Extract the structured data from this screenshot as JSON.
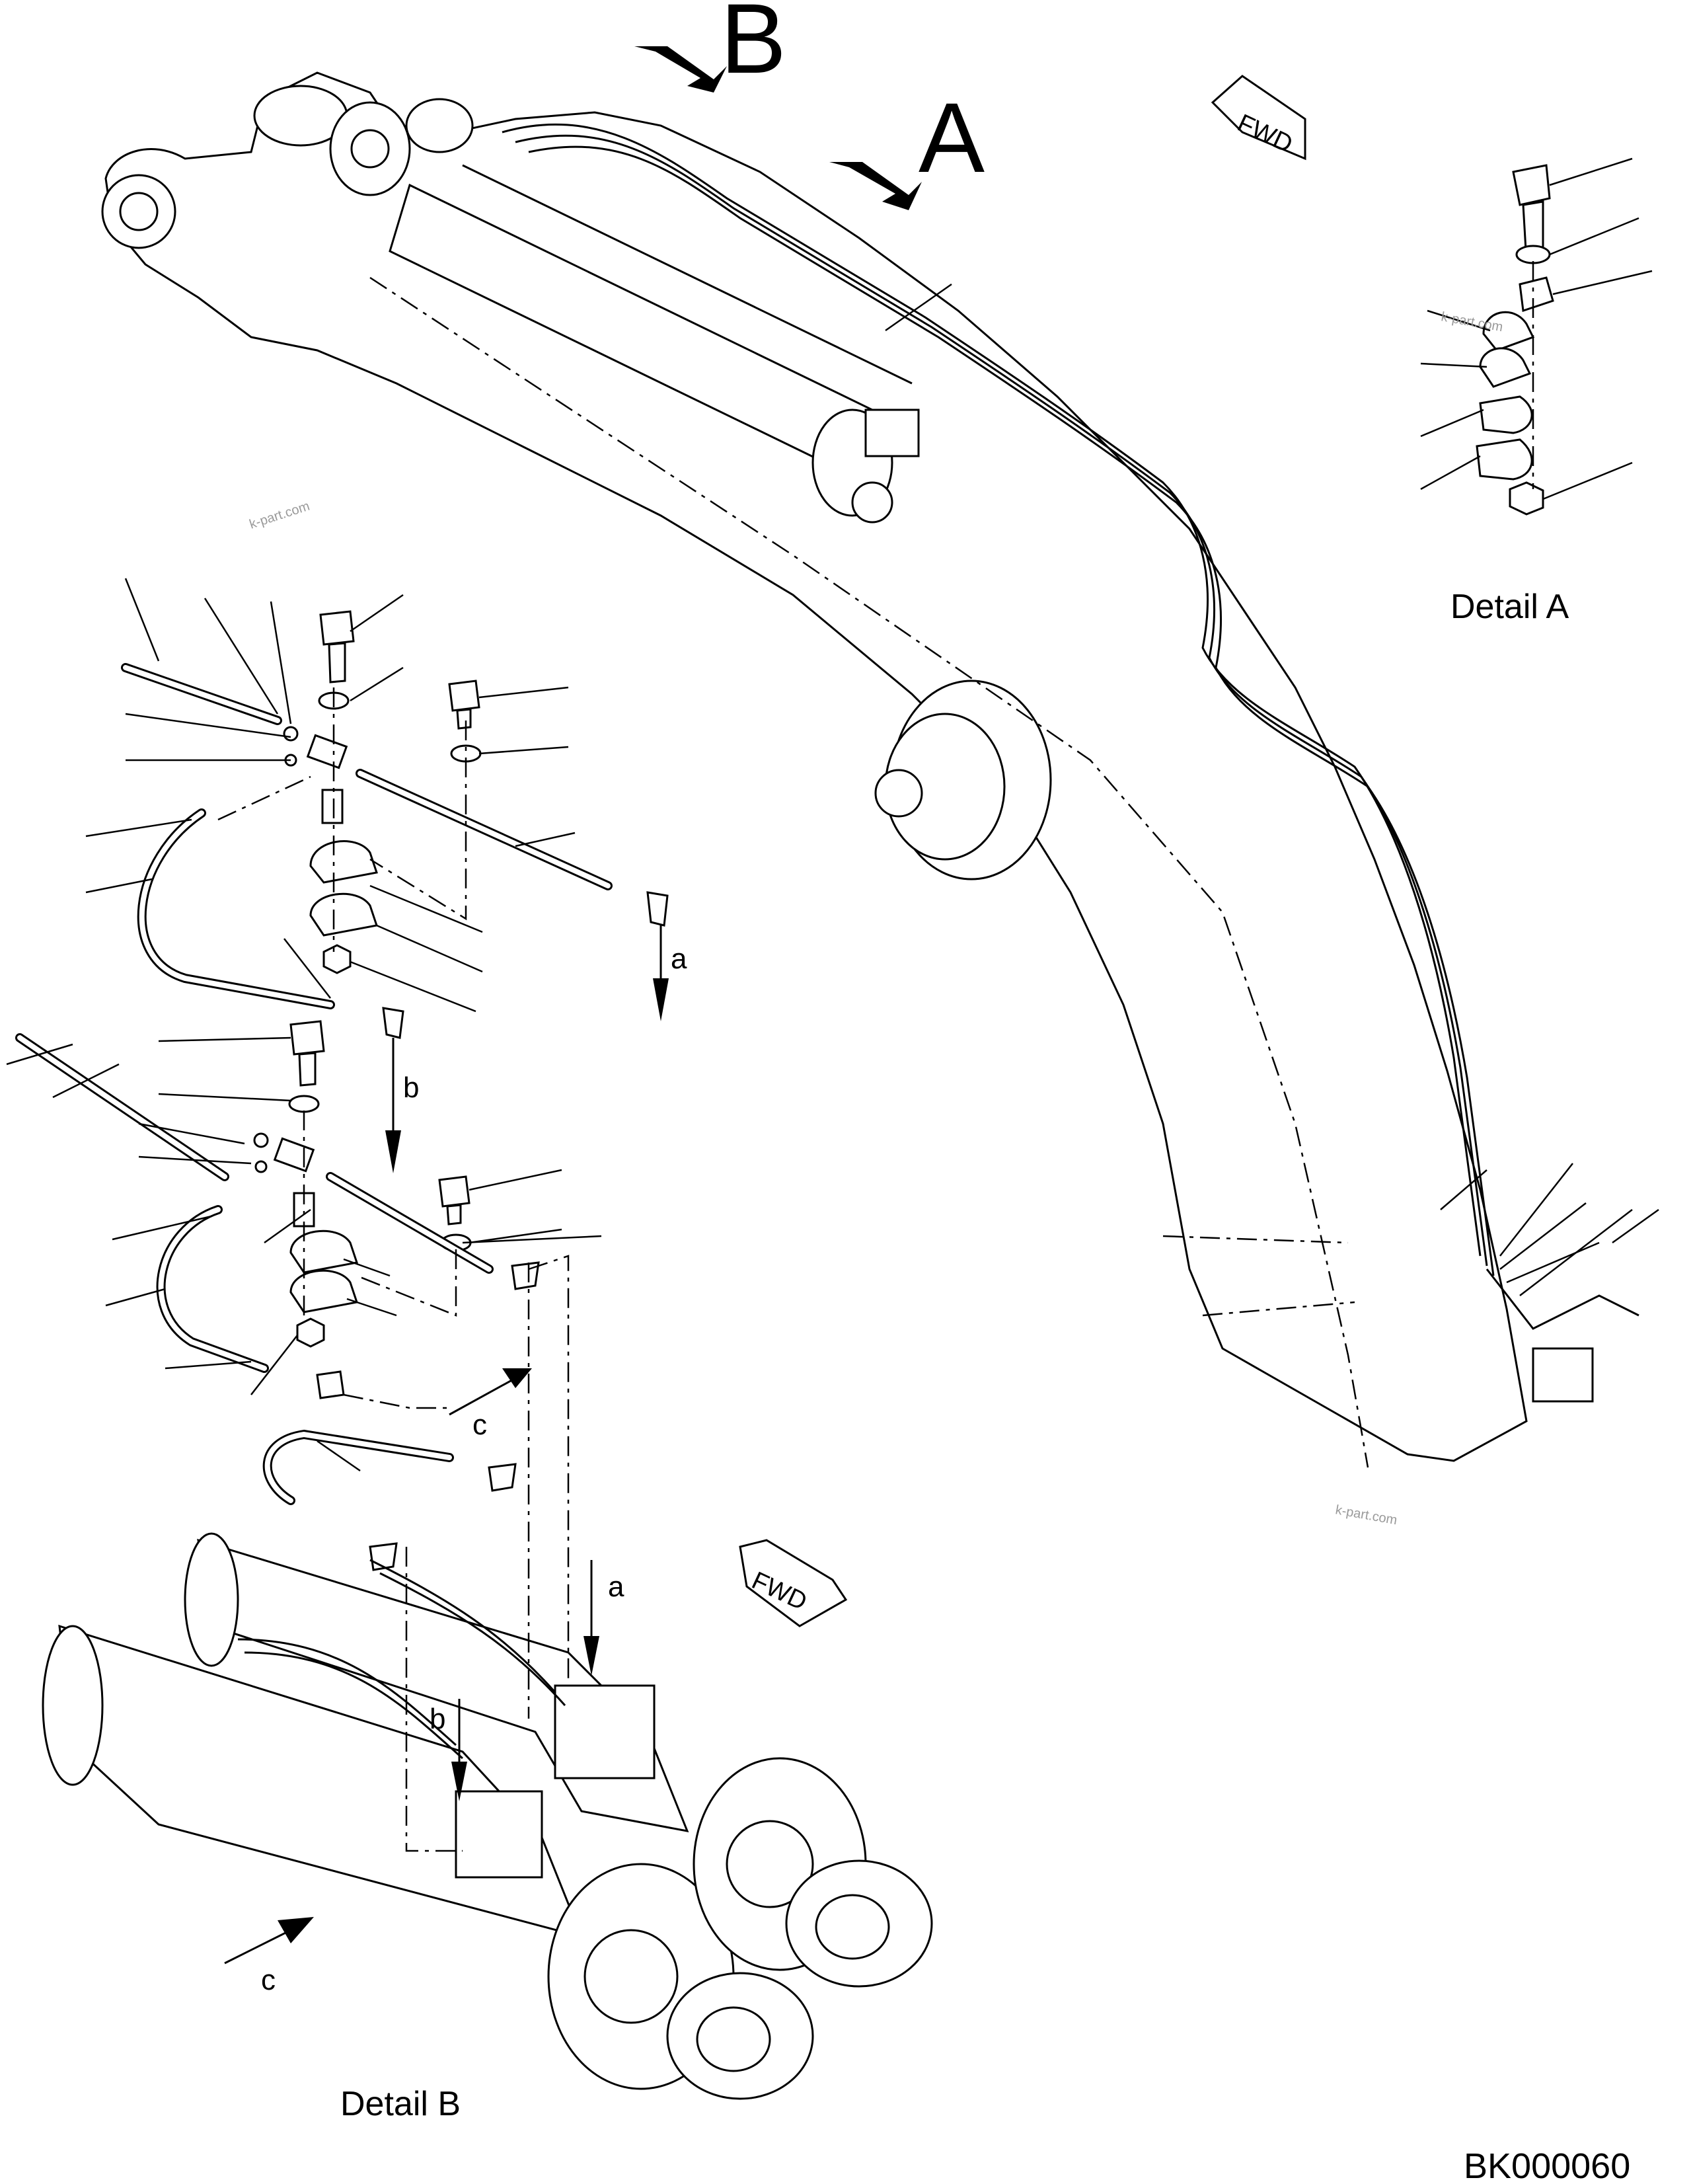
{
  "view_arrows": {
    "a": "A",
    "b": "B"
  },
  "direction_markers": {
    "top": "FWD",
    "bottom": "FWD"
  },
  "connection_labels": {
    "a_upper": "a",
    "b_upper": "b",
    "c_upper": "c",
    "a_lower": "a",
    "b_lower": "b",
    "c_lower": "c"
  },
  "details": {
    "detail_a": "Detail A",
    "detail_b": "Detail B"
  },
  "drawing_id": "BK000060",
  "watermarks": {
    "w1": "k-part.com",
    "w2": "k-part.com",
    "w3": "k-part.com"
  },
  "colors": {
    "line": "#000000",
    "background": "#ffffff"
  }
}
